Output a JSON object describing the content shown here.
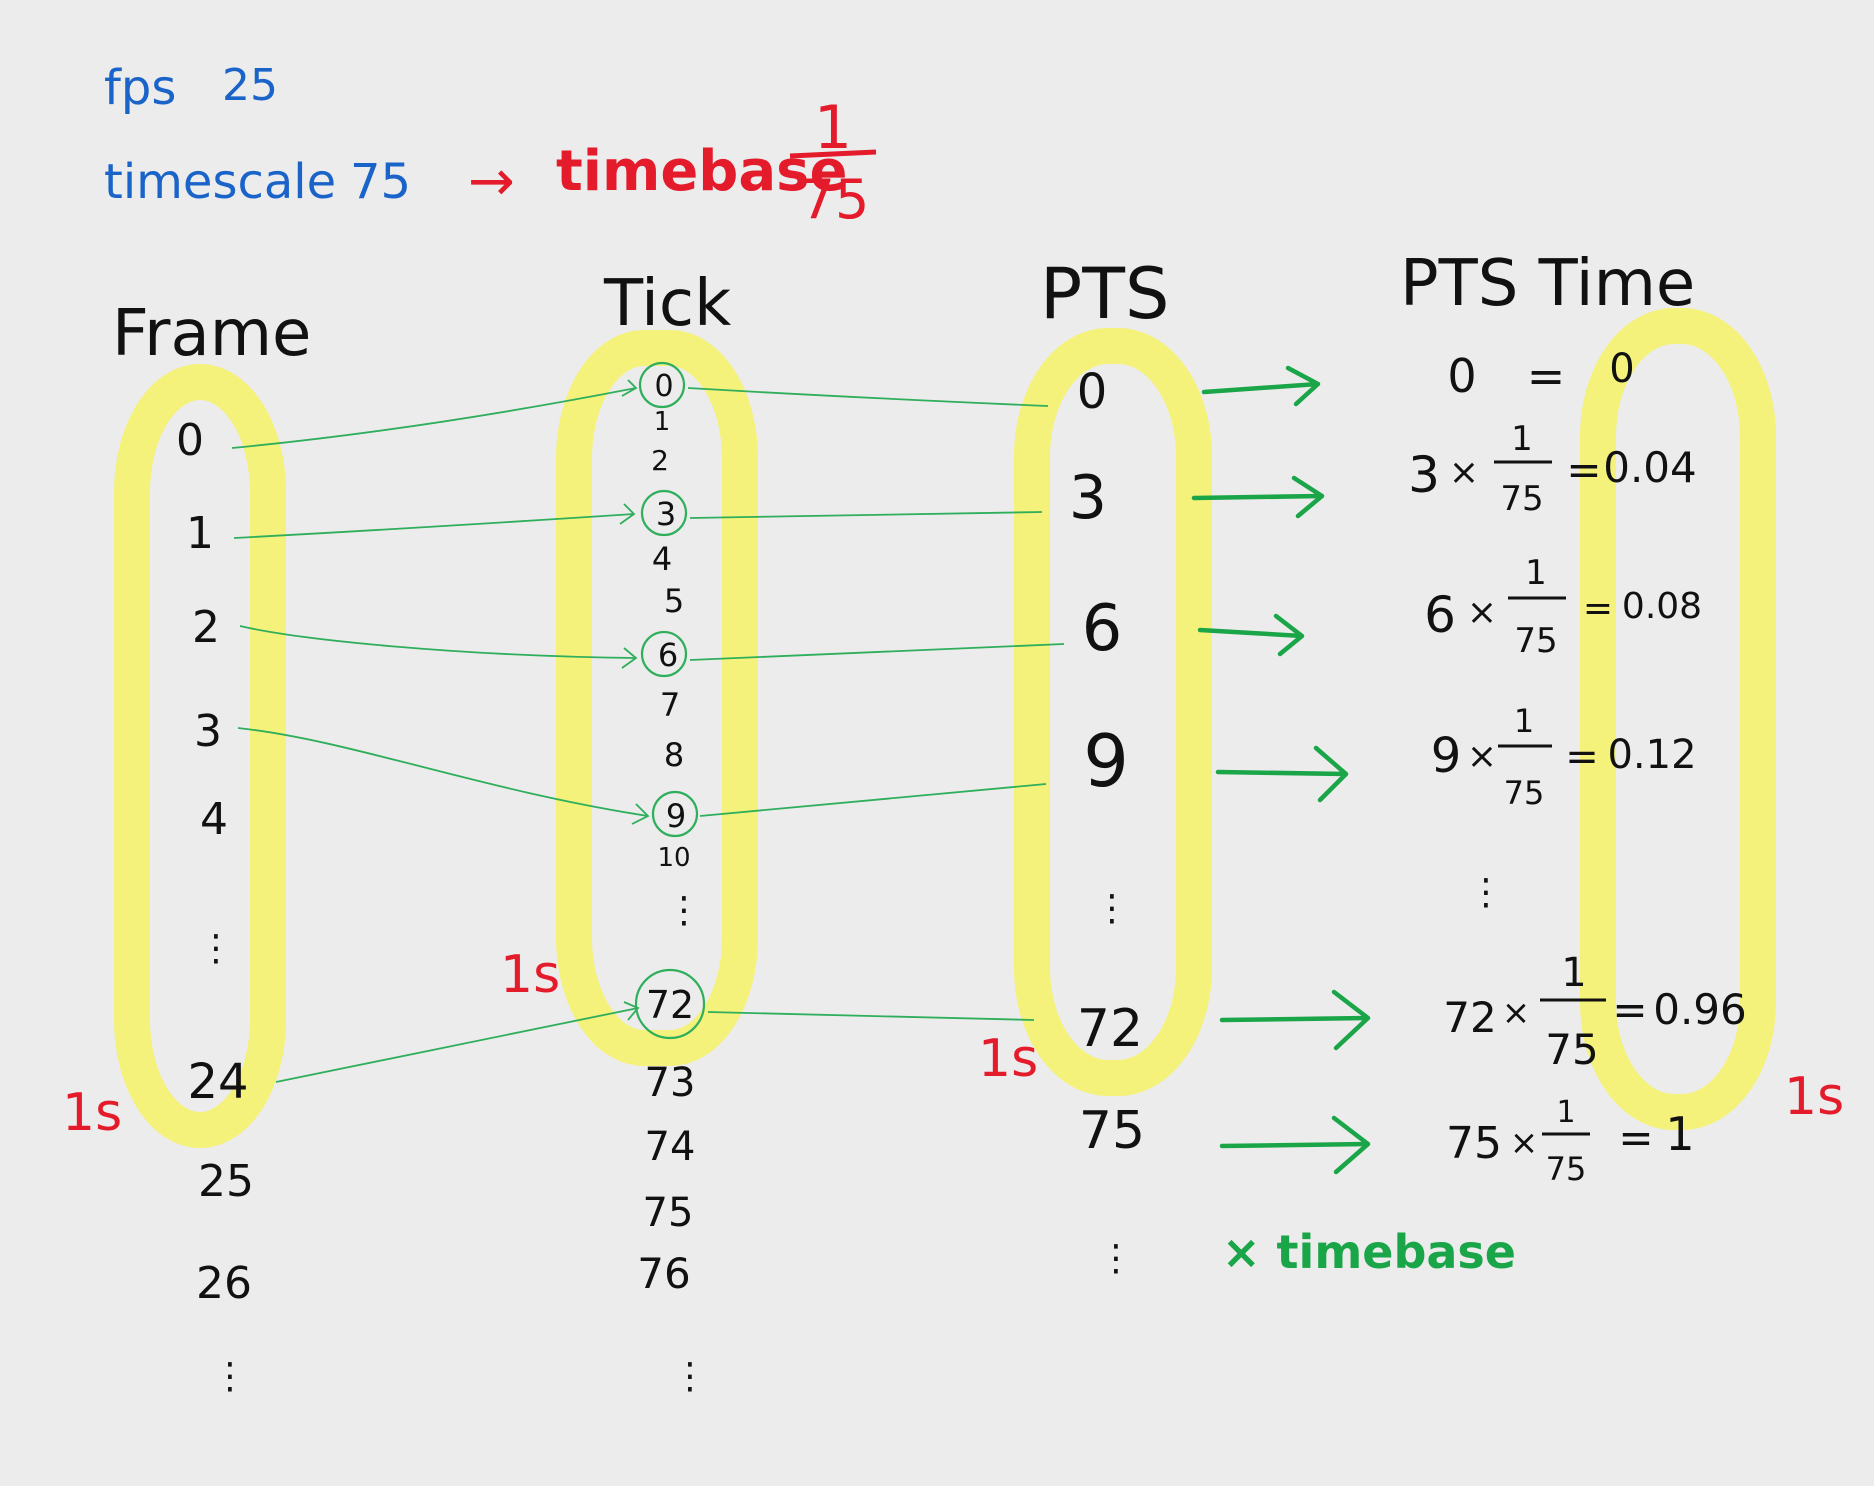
{
  "header": {
    "fps_label": "fps",
    "fps_value": "25",
    "timescale_label": "timescale",
    "timescale_value": "75",
    "arrow": "→",
    "timebase_label": "timebase",
    "timebase_numerator": "1",
    "timebase_denominator": "75"
  },
  "columns": {
    "frame": {
      "title": "Frame",
      "values": [
        "0",
        "1",
        "2",
        "3",
        "4",
        "24",
        "25",
        "26"
      ],
      "ellipsis": "⋮",
      "one_second_marker": "1s"
    },
    "tick": {
      "title": "Tick",
      "values": [
        "0",
        "1",
        "2",
        "3",
        "4",
        "5",
        "6",
        "7",
        "8",
        "9",
        "10",
        "72",
        "73",
        "74",
        "75",
        "76"
      ],
      "circled": [
        "0",
        "3",
        "6",
        "9",
        "72"
      ],
      "ellipsis": "⋮",
      "one_second_marker": "1s"
    },
    "pts": {
      "title": "PTS",
      "values": [
        "0",
        "3",
        "6",
        "9",
        "72",
        "75"
      ],
      "ellipsis": "⋮",
      "one_second_marker": "1s"
    },
    "pts_time": {
      "title": "PTS Time",
      "rows": [
        {
          "lhs": "0",
          "times": "",
          "num": "",
          "den": "",
          "result": "0"
        },
        {
          "lhs": "3",
          "times": "×",
          "num": "1",
          "den": "75",
          "result": "0.04"
        },
        {
          "lhs": "6",
          "times": "×",
          "num": "1",
          "den": "75",
          "result": "0.08"
        },
        {
          "lhs": "9",
          "times": "×",
          "num": "1",
          "den": "75",
          "result": "0.12"
        },
        {
          "lhs": "72",
          "times": "×",
          "num": "1",
          "den": "75",
          "result": "0.96"
        },
        {
          "lhs": "75",
          "times": "×",
          "num": "1",
          "den": "75",
          "result": "1"
        }
      ],
      "equals": "=",
      "ellipsis": "⋮",
      "one_second_marker": "1s"
    }
  },
  "conversion_label": "× timebase",
  "colors": {
    "background": "#ececec",
    "highlight": "#f4f27a",
    "header_text": "#1a63c9",
    "accent_red": "#e31b2a",
    "connector_green": "#2fae5c",
    "main_text": "#111111"
  }
}
